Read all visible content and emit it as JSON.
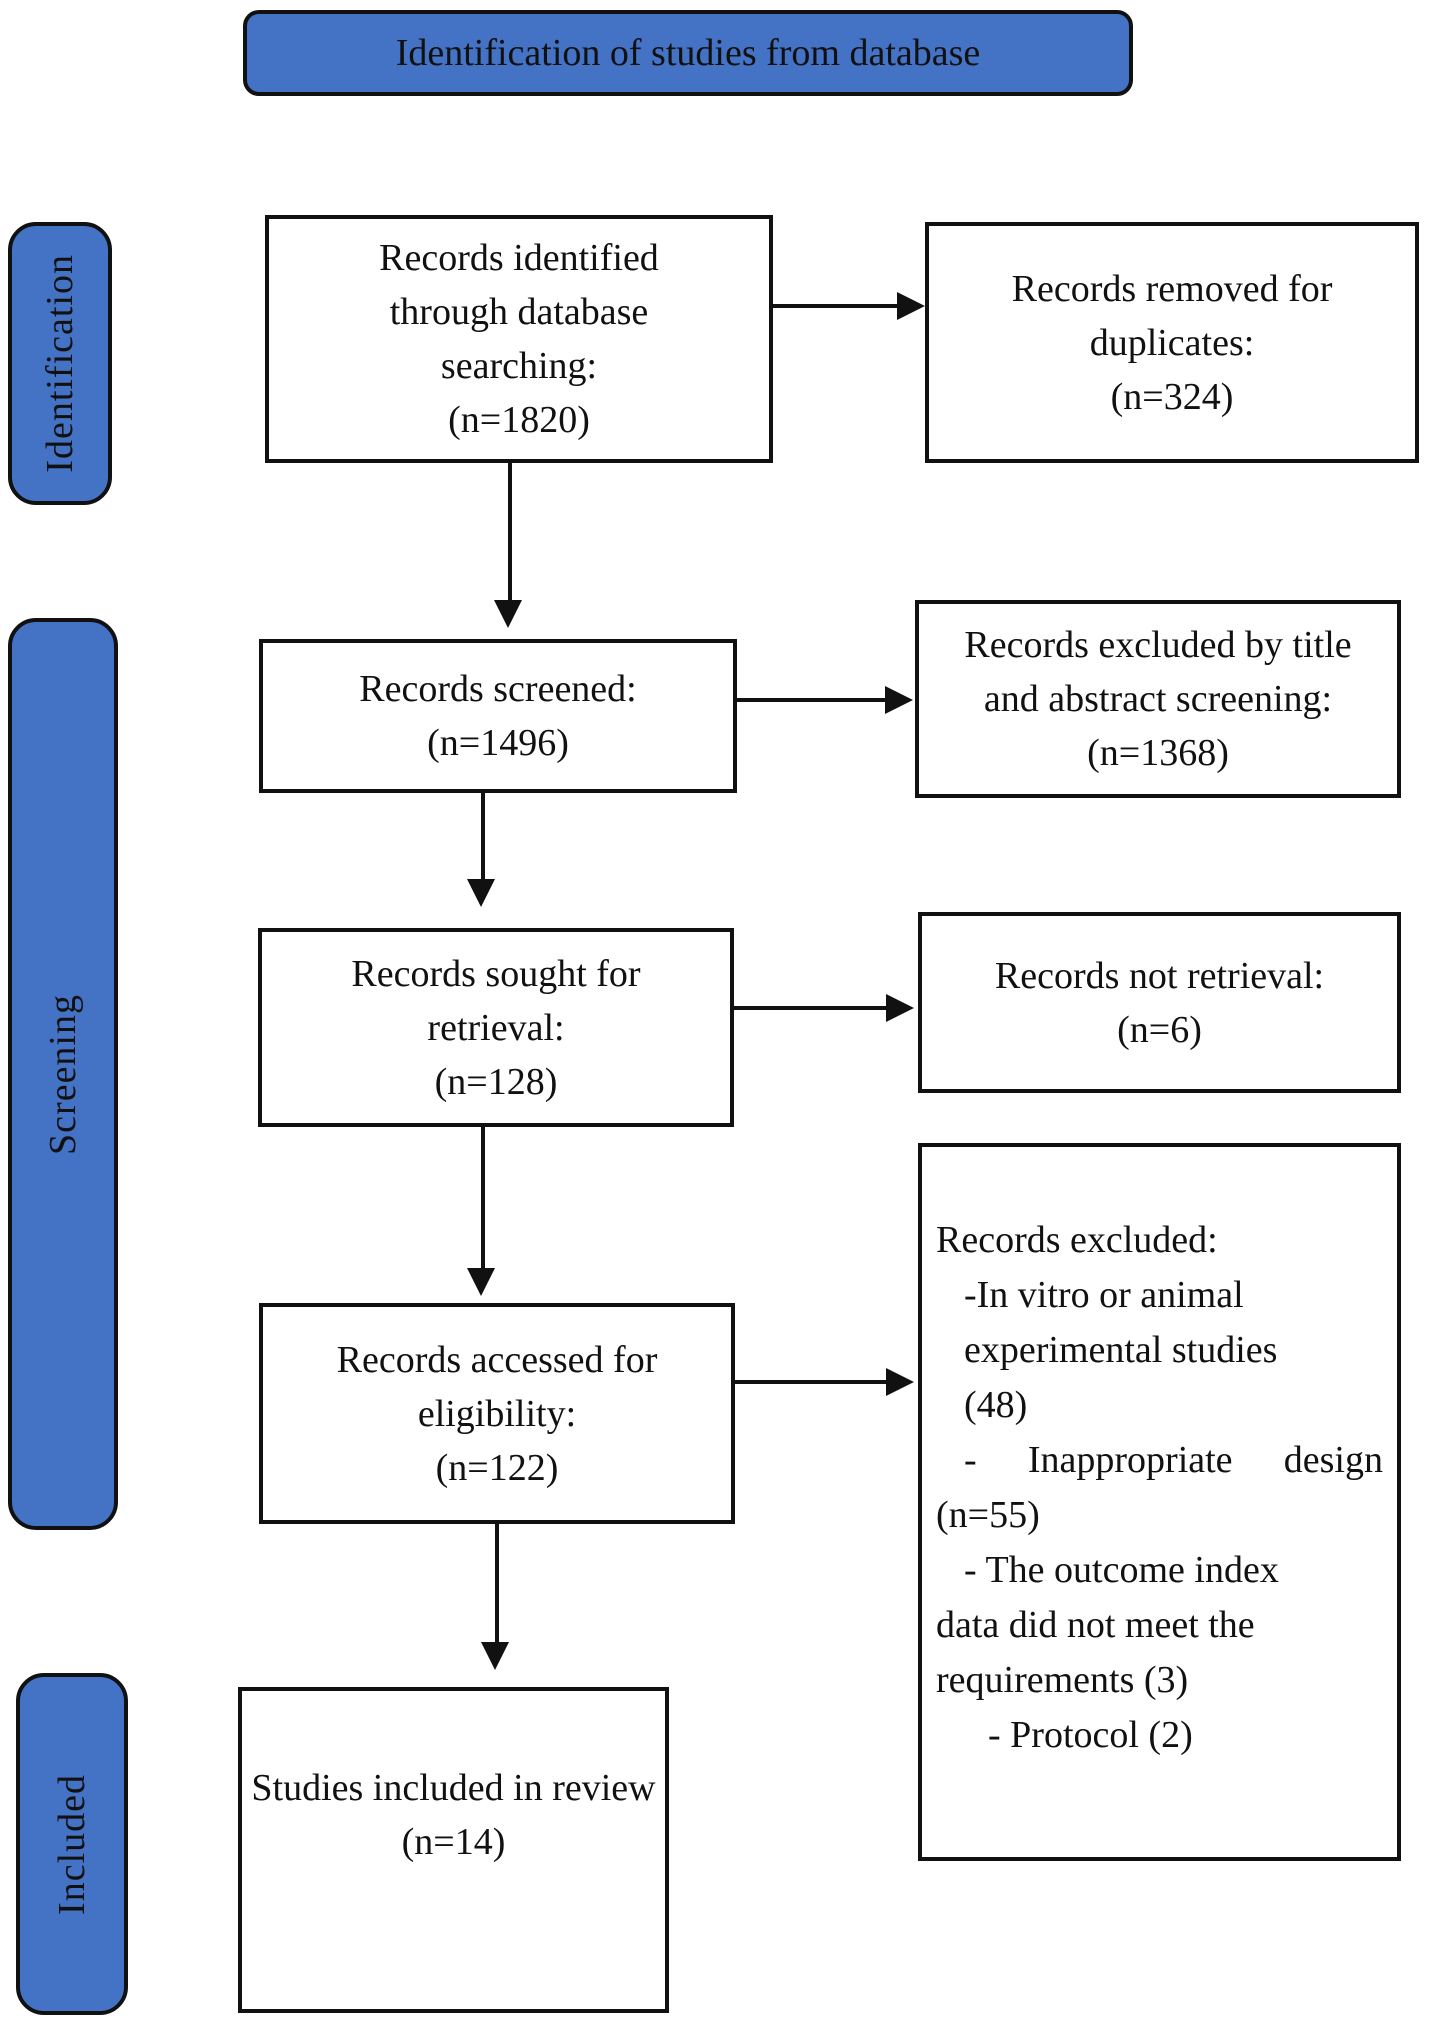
{
  "banner": {
    "title": "Identification of studies from database"
  },
  "colors": {
    "accent_blue": "#4472C4",
    "outline": "#111111"
  },
  "stages": {
    "identification": "Identification",
    "screening": "Screening",
    "included": "Included"
  },
  "boxes": {
    "identified": {
      "lines": [
        "Records identified",
        "through database",
        "searching:",
        "(n=1820)"
      ]
    },
    "duplicates": {
      "lines": [
        "Records removed for",
        "duplicates:",
        "(n=324)"
      ]
    },
    "screened": {
      "lines": [
        "Records screened:",
        "(n=1496)"
      ]
    },
    "excluded_screening": {
      "lines": [
        "Records excluded by title",
        "and abstract screening:",
        "(n=1368)"
      ]
    },
    "sought": {
      "lines": [
        "Records sought for",
        "retrieval:",
        "(n=128)"
      ]
    },
    "not_retrieved": {
      "lines": [
        "Records not retrieval:",
        "(n=6)"
      ]
    },
    "assessed": {
      "lines": [
        "Records accessed for",
        "eligibility:",
        "(n=122)"
      ]
    },
    "excluded_eligibility": {
      "header": "Records excluded:",
      "reason1_line1": "-In vitro or animal",
      "reason1_line2": "experimental studies",
      "reason1_line3": "(48)",
      "reason2_word1": "-",
      "reason2_word2": "Inappropriate",
      "reason2_word3": "design",
      "reason2_line2": "(n=55)",
      "reason3_line1": "- The outcome index",
      "reason3_line2": "data did not meet the",
      "reason3_line3": "requirements (3)",
      "reason4": "- Protocol (2)"
    },
    "included_review": {
      "lines": [
        "Studies included in review",
        "(n=14)"
      ]
    }
  }
}
